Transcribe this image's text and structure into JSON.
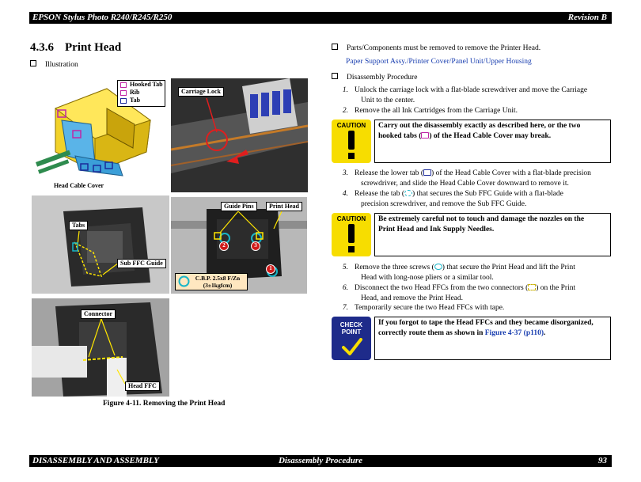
{
  "header": {
    "left": "EPSON Stylus Photo R240/R245/R250",
    "right": "Revision B"
  },
  "footer": {
    "left": "DISASSEMBLY AND ASSEMBLY",
    "center": "Disassembly Procedure",
    "right": "93"
  },
  "section": {
    "number": "4.3.6",
    "title": "Print Head",
    "illustration_label": "Illustration"
  },
  "figure": {
    "legend": [
      "Hooked Tab",
      "Rib",
      "Tab"
    ],
    "labels": {
      "head_cable_cover": "Head Cable Cover",
      "carriage_lock": "Carriage Lock",
      "tabs": "Tabs",
      "sub_ffc_guide": "Sub FFC Guide",
      "guide_pins": "Guide Pins",
      "print_head": "Print Head",
      "screw_spec_line1": "C.B.P. 2.5x8 F/Zn",
      "screw_spec_line2": "(3±1kgfcm)",
      "connector": "Connector",
      "head_ffc": "Head FFC"
    },
    "screw_numbers": [
      "1",
      "2",
      "3"
    ],
    "caption": "Figure 4-11.  Removing the Print Head"
  },
  "right": {
    "parts_intro": "Parts/Components must be removed to remove the Printer Head.",
    "parts_list": "Paper Support Assy./Printer Cover/Panel Unit/Upper Housing",
    "procedure_title": "Disassembly Procedure",
    "steps": [
      {
        "num": "1.",
        "line1": "Unlock the carriage lock with a flat-blade screwdriver and move the Carriage",
        "line2": "Unit to the center."
      },
      {
        "num": "2.",
        "line1": "Remove the all Ink Cartridges from the Carriage Unit.",
        "line2": ""
      },
      {
        "num": "3.",
        "line1a": "Release the lower tab (",
        "line1b": ") of the Head Cable Cover with a flat-blade precision",
        "line2": "screwdriver, and slide the Head Cable Cover downward to remove it."
      },
      {
        "num": "4.",
        "line1a": "Release the tab (",
        "line1b": ") that secures the Sub FFC Guide with a flat-blade",
        "line2": "precision screwdriver, and remove the Sub FFC Guide."
      },
      {
        "num": "5.",
        "line1a": "Remove the three screws (",
        "line1b": ") that secure the Print Head and lift the Print",
        "line2": "Head with long-nose pliers or a similar tool."
      },
      {
        "num": "6.",
        "line1a": "Disconnect the two Head FFCs from the two connectors (",
        "line1b": ") on the Print",
        "line2": "Head, and remove the Print Head."
      },
      {
        "num": "7.",
        "line1": "Temporarily secure the two Head FFCs with tape.",
        "line2": ""
      }
    ],
    "caution1": {
      "badge": "CAUTION",
      "line1": "Carry out the disassembly exactly as described here, or the two",
      "line2a": "hooked tabs (",
      "line2b": ") of the Head Cable Cover may break."
    },
    "caution2": {
      "badge": "CAUTION",
      "line1": "Be extremely careful not to touch and damage the nozzles on the",
      "line2": "Print Head and Ink Supply Needles."
    },
    "checkpoint": {
      "badge_line1": "CHECK",
      "badge_line2": "POINT",
      "line1": "If you forgot to tape the Head FFCs and they became disorganized,",
      "line2a": "correctly route them as shown in ",
      "line2_link": "Figure 4-37 (p110)",
      "line2b": "."
    }
  },
  "colors": {
    "link": "#1a3fb0",
    "caution_badge": "#f7dd00",
    "checkpoint_badge": "#1e2b8a",
    "hooked_tab_marker": "#c026a6",
    "tab_marker": "#1b2a9a",
    "screw_marker": "#18b5c8"
  }
}
